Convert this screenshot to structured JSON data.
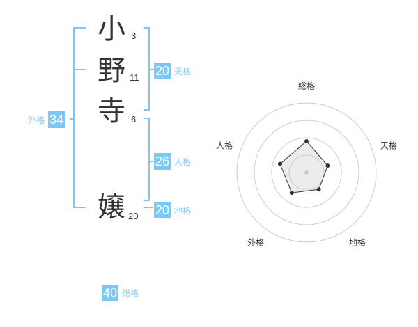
{
  "name": {
    "chars": [
      {
        "char": "小",
        "strokes": "3"
      },
      {
        "char": "野",
        "strokes": "11"
      },
      {
        "char": "寺",
        "strokes": "6"
      },
      {
        "char": "嬢",
        "strokes": "20"
      }
    ]
  },
  "fortune": {
    "tenkaku": {
      "label": "天格",
      "value": "20"
    },
    "jinkaku": {
      "label": "人格",
      "value": "26"
    },
    "chikaku": {
      "label": "地格",
      "value": "20"
    },
    "gaikaku": {
      "label": "外格",
      "value": "34"
    },
    "soukaku": {
      "label": "総格",
      "value": "40"
    }
  },
  "colors": {
    "accent": "#7cc8f5",
    "text": "#333333",
    "ring": "#cccccc"
  },
  "chart_data": {
    "type": "radar",
    "axes": [
      "総格",
      "天格",
      "地格",
      "外格",
      "人格"
    ],
    "values": [
      0.45,
      0.32,
      0.3,
      0.36,
      0.4
    ],
    "range": [
      0,
      1
    ],
    "rings": 4
  }
}
